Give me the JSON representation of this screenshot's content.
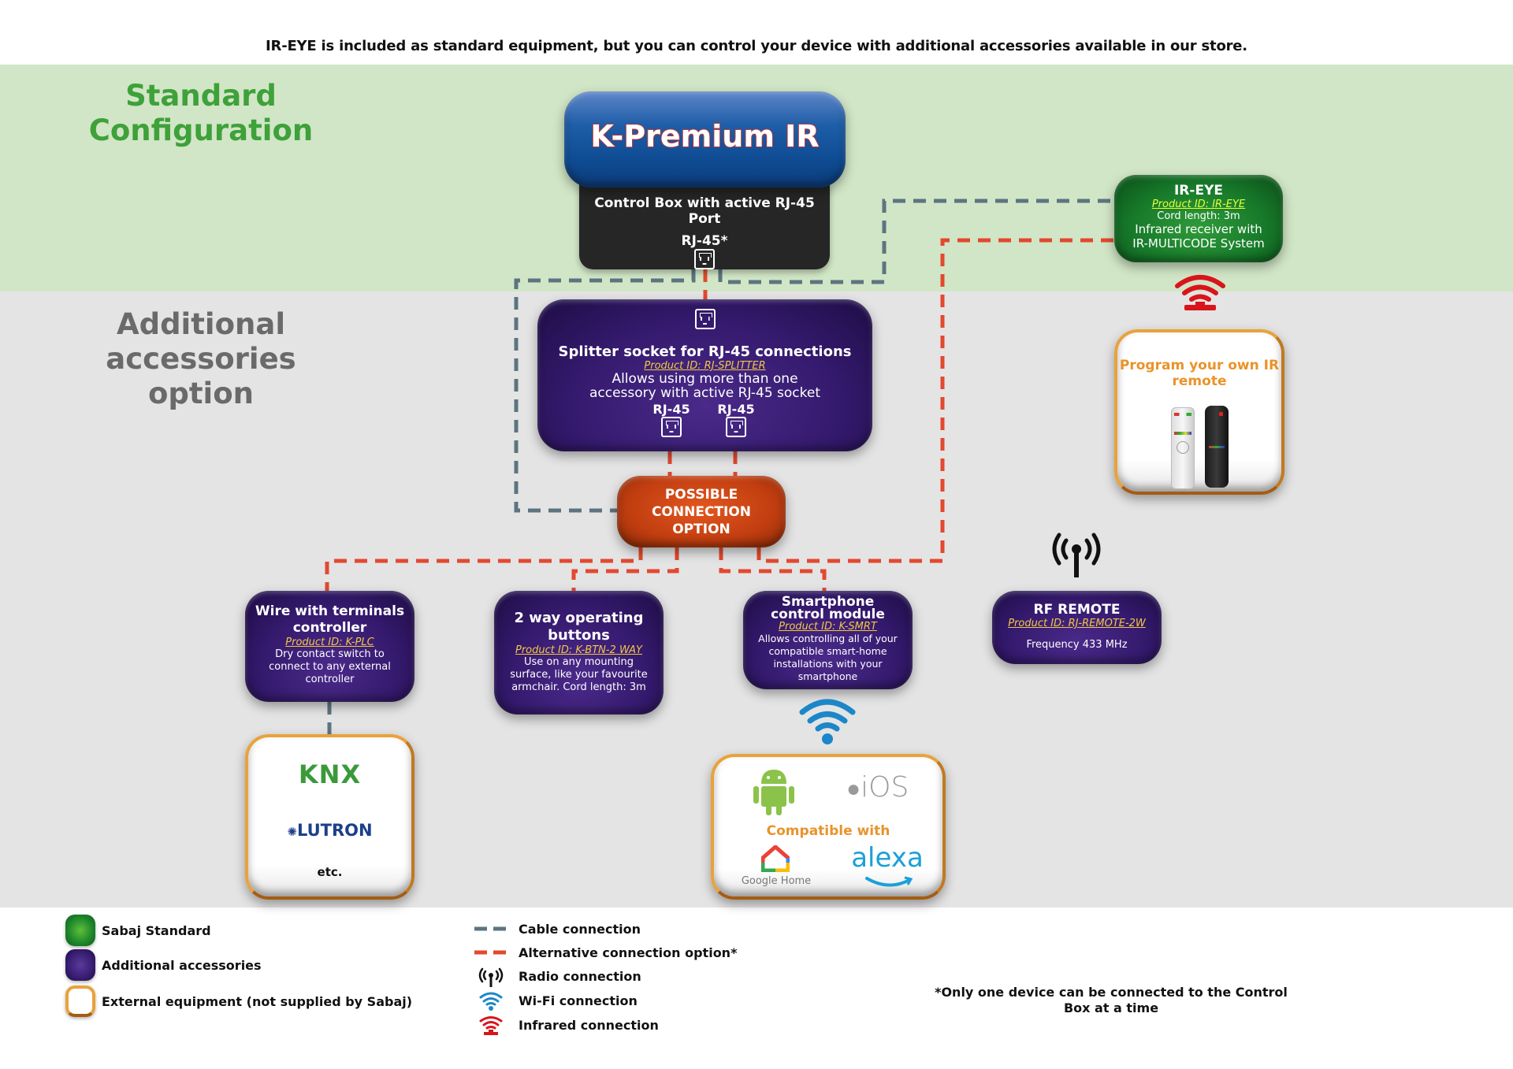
{
  "top_note": "IR-EYE is included as standard equipment, but you can control your device with additional accessories available in our store.",
  "sections": {
    "standard_title": "Standard Configuration",
    "additional_title": "Additional accessories option"
  },
  "colors": {
    "standard_band": "#d1e6c6",
    "additional_band": "#e4e4e4",
    "standard_title": "#3ea13a",
    "additional_title": "#6a6a6a",
    "cable_line": "#5d7480",
    "alternative_line": "#e2492f",
    "wifi_icon": "#1b87c9",
    "infrared_icon": "#d9141b",
    "radio_icon": "#111111",
    "external_border": "#e9a23b",
    "accent_orange_text": "#e9932a"
  },
  "main_device": {
    "title": "K-Premium IR",
    "control_box_label": "Control Box with active RJ-45 Port",
    "port_label": "RJ-45*"
  },
  "ir_eye": {
    "title": "IR-EYE",
    "product_id": "Product ID: IR-EYE",
    "line1": "Cord length: 3m",
    "line2": "Infrared receiver with",
    "line3": "IR-MULTICODE System"
  },
  "program_remote": {
    "title_line1": "Program your own IR",
    "title_line2": "remote"
  },
  "splitter": {
    "title": "Splitter socket for RJ-45 connections",
    "product_id": "Product ID: RJ-SPLITTER",
    "desc_line1": "Allows using more than one",
    "desc_line2": "accessory with active RJ-45 socket",
    "port_left": "RJ-45",
    "port_right": "RJ-45"
  },
  "possible_connection": {
    "line1": "POSSIBLE",
    "line2": "CONNECTION",
    "line3": "OPTION"
  },
  "accessories": [
    {
      "title_line1": "Wire with terminals",
      "title_line2": "controller",
      "product_id": "Product ID: K-PLC",
      "desc": [
        "Dry contact switch to",
        "connect to any external",
        "controller"
      ]
    },
    {
      "title_line1": "2 way operating",
      "title_line2": "buttons",
      "product_id": "Product ID: K-BTN-2 WAY",
      "desc": [
        "Use on any mounting",
        "surface, like your favourite",
        "armchair. Cord length: 3m"
      ]
    },
    {
      "title_line1": "Smartphone",
      "title_line2": "control module",
      "product_id": "Product ID: K-SMRT",
      "desc": [
        "Allows controlling all of your",
        "compatible smart-home",
        "installations with your",
        "smartphone"
      ]
    },
    {
      "title_line1": "RF REMOTE",
      "title_line2": "",
      "product_id": "Product ID: RJ-REMOTE-2W",
      "desc": [
        "Frequency 433 MHz"
      ]
    }
  ],
  "external_controllers": {
    "logos": [
      "KNX",
      "LUTRON"
    ],
    "etc": "etc."
  },
  "compatibility": {
    "label": "Compatible with",
    "platforms": [
      "Android",
      "iOS",
      "Google Home",
      "alexa"
    ]
  },
  "legend": {
    "boxes": [
      {
        "label": "Sabaj Standard",
        "kind": "green"
      },
      {
        "label": "Additional accessories",
        "kind": "purple"
      },
      {
        "label": "External equipment (not supplied by Sabaj)",
        "kind": "external"
      }
    ],
    "connections": [
      {
        "label": "Cable connection",
        "icon": "cable-dash-icon"
      },
      {
        "label": "Alternative connection option*",
        "icon": "alternative-dash-icon"
      },
      {
        "label": "Radio connection",
        "icon": "radio-icon"
      },
      {
        "label": "Wi-Fi connection",
        "icon": "wifi-icon"
      },
      {
        "label": "Infrared connection",
        "icon": "infrared-icon"
      }
    ]
  },
  "footnote_line1": "*Only one device can be connected to the Control",
  "footnote_line2": "Box at a time"
}
